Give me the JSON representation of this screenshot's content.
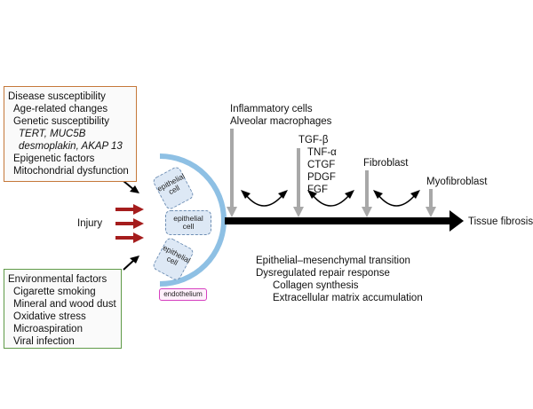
{
  "colors": {
    "susceptibility_border": "#c5783a",
    "environment_border": "#5f9a48",
    "injury_arrow": "#a51d1d",
    "epithelium_arc": "#8ec0e4",
    "cell_fill": "#dde8f5",
    "endothelium_border": "#d640c0",
    "mediator_arrow": "#a8a8a8",
    "main_arrow": "#000000"
  },
  "susceptibility": {
    "title": "Disease susceptibility",
    "age": "Age-related changes",
    "genetic": "Genetic susceptibility",
    "genes_line1": "TERT, MUC5B",
    "genes_line2": "desmoplakin, AKAP 13",
    "epigenetic": "Epigenetic factors",
    "mitochondrial": "Mitochondrial dysfunction"
  },
  "environment": {
    "title": "Environmental factors",
    "items": [
      "Cigarette smoking",
      "Mineral and wood dust",
      "Oxidative stress",
      "Microaspiration",
      "Viral infection"
    ]
  },
  "injury_label": "Injury",
  "cells": {
    "epithelial_top_line1": "epithelial",
    "epithelial_top_line2": "cell",
    "epithelial_mid_line1": "epithelial",
    "epithelial_mid_line2": "cell",
    "epithelial_bot_line1": "epithelial",
    "epithelial_bot_line2": "cell",
    "endothelium": "endothelium"
  },
  "inflammatory": {
    "line1": "Inflammatory cells",
    "line2": "Alveolar macrophages"
  },
  "mediators": [
    "TGF-β",
    "TNF-α",
    "CTGF",
    "PDGF",
    "FGF"
  ],
  "fibroblast": "Fibroblast",
  "myofibroblast": "Myofibroblast",
  "outcome": "Tissue fibrosis",
  "processes": {
    "emt": "Epithelial–mesenchymal transition",
    "dysregulated": "Dysregulated repair response",
    "collagen": "Collagen synthesis",
    "ecm": "Extracellular matrix accumulation"
  }
}
